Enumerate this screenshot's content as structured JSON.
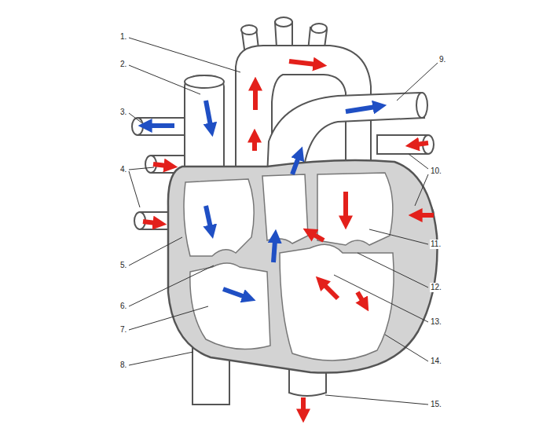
{
  "diagram": {
    "labels": [
      "1.",
      "2.",
      "3.",
      "4.",
      "5.",
      "6.",
      "7.",
      "8.",
      "9.",
      "10.",
      "11.",
      "12.",
      "13.",
      "14.",
      "15."
    ]
  }
}
